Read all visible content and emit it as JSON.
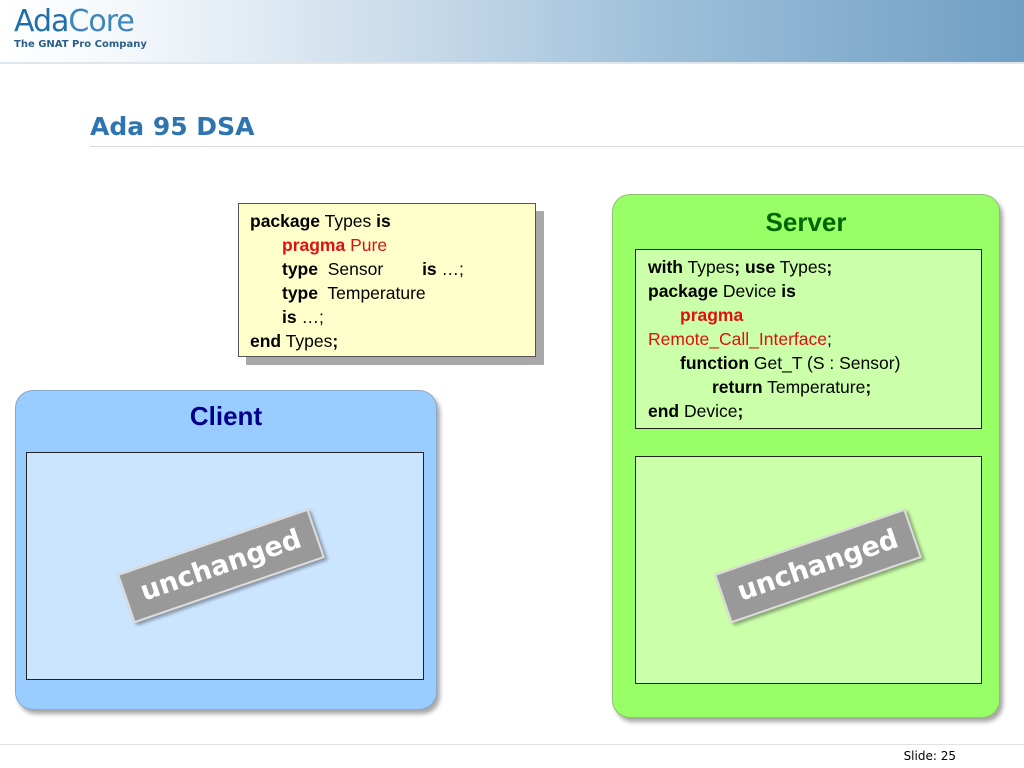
{
  "logo": {
    "name_part1": "Ada",
    "name_part2": "Core",
    "tagline": "The GNAT Pro Company"
  },
  "slide": {
    "title": "Ada 95 DSA",
    "footer_label": "Slide:",
    "number": "25"
  },
  "types_package": {
    "lines": [
      [
        {
          "t": "package",
          "s": "kw"
        },
        {
          "t": " Types "
        },
        {
          "t": "is",
          "s": "kw"
        }
      ],
      [
        {
          "t": "pragma",
          "s": "kw red"
        },
        {
          "t": " Pure",
          "s": "red"
        }
      ],
      [
        {
          "t": "type",
          "s": "kw"
        },
        {
          "t": "  Sensor        "
        },
        {
          "t": "is",
          "s": "kw"
        },
        {
          "t": " …;"
        }
      ],
      [
        {
          "t": "type",
          "s": "kw"
        },
        {
          "t": "  Temperature"
        }
      ],
      [
        {
          "t": "is",
          "s": "kw"
        },
        {
          "t": " …;"
        }
      ],
      [
        {
          "t": "end",
          "s": "kw"
        },
        {
          "t": " Types"
        },
        {
          "t": ";",
          "s": "kw"
        }
      ]
    ]
  },
  "client": {
    "title": "Client",
    "stamp": "unchanged"
  },
  "server": {
    "title": "Server",
    "stamp": "unchanged",
    "lines": [
      [
        {
          "t": "with",
          "s": "kw"
        },
        {
          "t": " Types"
        },
        {
          "t": "; use",
          "s": "kw"
        },
        {
          "t": " Types"
        },
        {
          "t": ";",
          "s": "kw"
        }
      ],
      [
        {
          "t": "package",
          "s": "kw"
        },
        {
          "t": " Device "
        },
        {
          "t": "is",
          "s": "kw"
        }
      ],
      [
        {
          "t": "pragma",
          "s": "kw red"
        }
      ],
      [
        {
          "t": "Remote_Call_Interface",
          "s": "red"
        },
        {
          "t": ";"
        }
      ],
      [
        {
          "t": "function",
          "s": "kw"
        },
        {
          "t": " Get_T (S : Sensor)"
        }
      ],
      [
        {
          "t": "return",
          "s": "kw"
        },
        {
          "t": " Temperature"
        },
        {
          "t": ";",
          "s": "kw"
        }
      ],
      [
        {
          "t": "end",
          "s": "kw"
        },
        {
          "t": " Device"
        },
        {
          "t": ";",
          "s": "kw"
        }
      ]
    ]
  },
  "colors": {
    "title_blue": "#2d74b0",
    "client_panel": "#99ccff",
    "client_inner": "#cce5ff",
    "server_panel": "#99ff66",
    "server_inner": "#ccffaa",
    "code_box": "#ffffcc",
    "keyword_red": "#e01010",
    "stamp_gray": "#999999"
  }
}
